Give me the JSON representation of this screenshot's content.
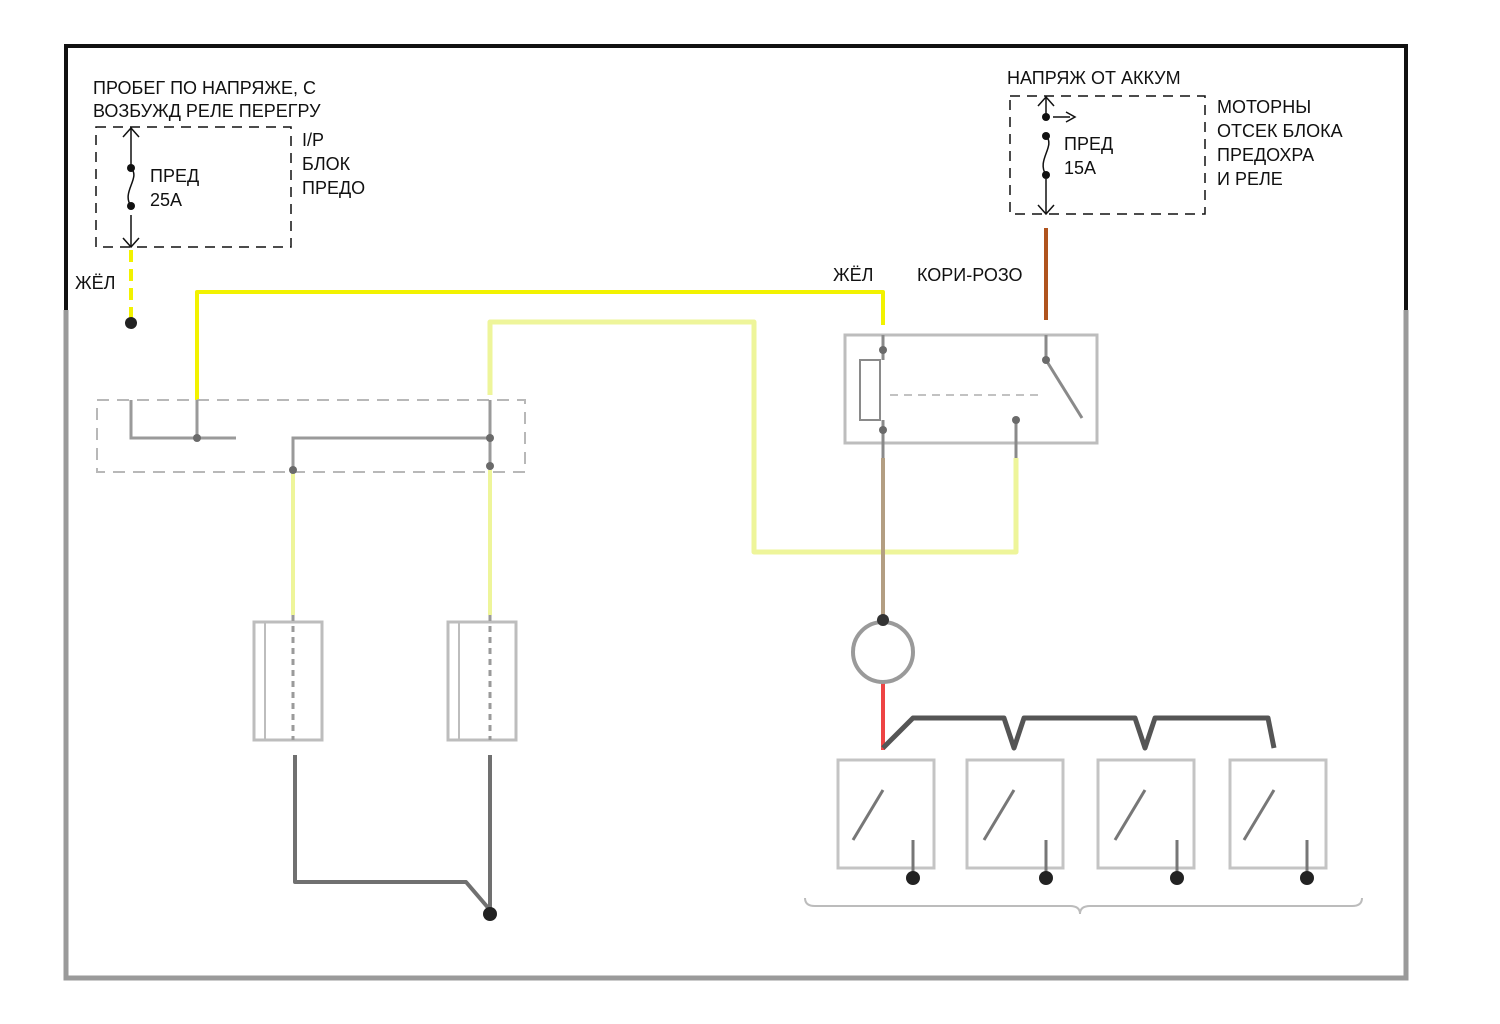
{
  "diagram": {
    "fuse_left": {
      "caption_line1": "ПРОБЕГ ПО НАПРЯЖЕ, С",
      "caption_line2": "ВОЗБУЖД РЕЛЕ ПЕРЕГРУ",
      "fuse_line1": "ПРЕД",
      "fuse_line2": "25A",
      "block_line1": "I/P",
      "block_line2": "БЛОК",
      "block_line3": "ПРЕДО"
    },
    "fuse_right": {
      "caption": "НАПРЯЖ ОТ АККУМ",
      "fuse_line1": "ПРЕД",
      "fuse_line2": "15A",
      "block_line1": "МОТОРНЫ",
      "block_line2": "ОТСЕК БЛОКА",
      "block_line3": "ПРЕДОХРА",
      "block_line4": "И РЕЛЕ"
    },
    "wires": {
      "left_yellow": "ЖЁЛ",
      "top_yellow": "ЖЁЛ",
      "brown_pink": "КОРИ-РОЗО"
    },
    "colors": {
      "yellow": "#f2f200",
      "pale_yellow": "#eef59a",
      "brown": "#b0541e",
      "tan": "#b39e82",
      "red": "#ee4444",
      "gray": "#8a8a8a",
      "dark_gray": "#555555",
      "frame": "#111111"
    }
  }
}
